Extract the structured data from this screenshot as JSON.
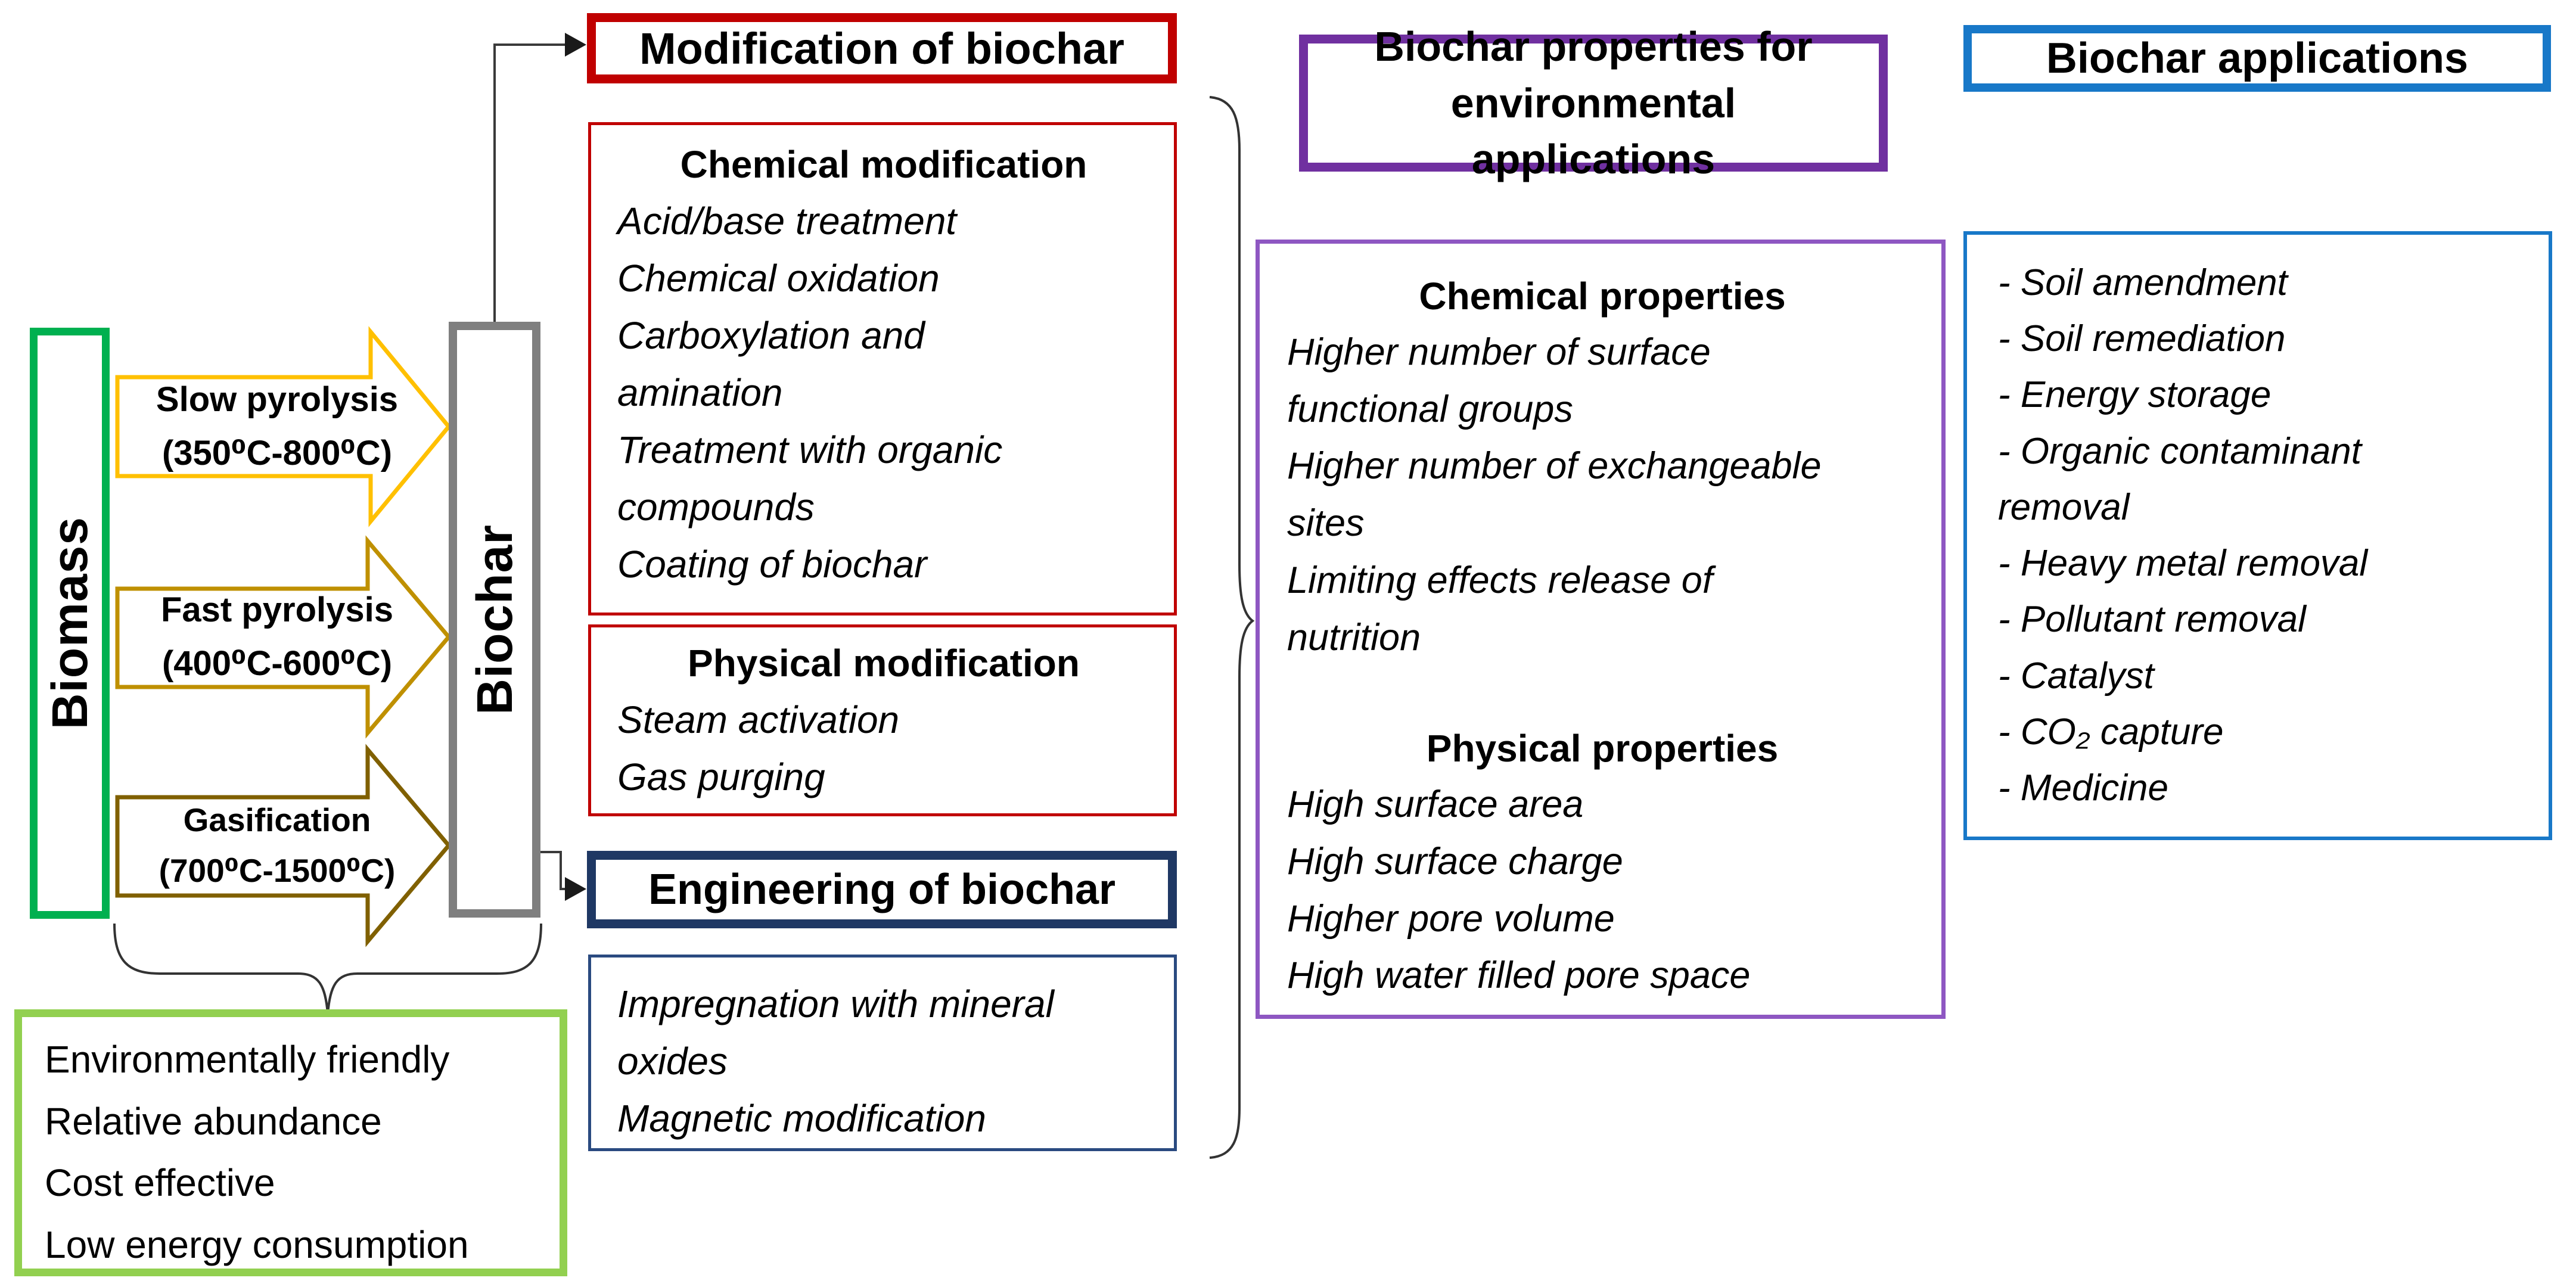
{
  "biomass": {
    "label": "Biomass",
    "benefits": [
      "Environmentally friendly",
      "Relative abundance",
      "Cost effective",
      "Low energy consumption"
    ]
  },
  "processes": [
    {
      "name": "Slow pyrolysis",
      "temp": "(350⁰C-800⁰C)"
    },
    {
      "name": "Fast pyrolysis",
      "temp": "(400⁰C-600⁰C)"
    },
    {
      "name": "Gasification",
      "temp": "(700⁰C-1500⁰C)"
    }
  ],
  "biochar": {
    "label": "Biochar"
  },
  "modification": {
    "title": "Modification of biochar",
    "chemical": {
      "title": "Chemical modification",
      "items": [
        "Acid/base treatment",
        "Chemical oxidation",
        "Carboxylation and amination",
        "Treatment with organic compounds",
        "Coating of biochar"
      ]
    },
    "physical": {
      "title": "Physical modification",
      "items": [
        "Steam activation",
        "Gas purging"
      ]
    }
  },
  "engineering": {
    "title": "Engineering of biochar",
    "items": [
      "Impregnation with mineral oxides",
      "Magnetic modification"
    ]
  },
  "properties": {
    "title": "Biochar properties for environmental applications",
    "chemical": {
      "title": "Chemical properties",
      "items": [
        "Higher number of surface functional groups",
        "Higher number of exchangeable sites",
        "Limiting effects release of nutrition"
      ]
    },
    "physical": {
      "title": "Physical properties",
      "items": [
        "High surface area",
        "High surface charge",
        "Higher pore volume",
        "High water filled pore space"
      ]
    }
  },
  "applications": {
    "title": "Biochar applications",
    "items": [
      "- Soil amendment",
      "- Soil remediation",
      "- Energy storage",
      "- Organic contaminant removal",
      "- Heavy metal removal",
      "- Pollutant removal",
      "- Catalyst",
      "- CO₂ capture",
      "- Medicine"
    ]
  },
  "colors": {
    "biomass_green": "#00B050",
    "benefits_green": "#92D050",
    "biochar_gray": "#7F7F7F",
    "modification_red": "#C00000",
    "engineering_navy": "#1F3864",
    "properties_purple": "#7030A0",
    "applications_blue": "#1878C8",
    "arrow_slow": "#FFC000",
    "arrow_fast": "#BF9000",
    "arrow_gasification": "#806000"
  }
}
